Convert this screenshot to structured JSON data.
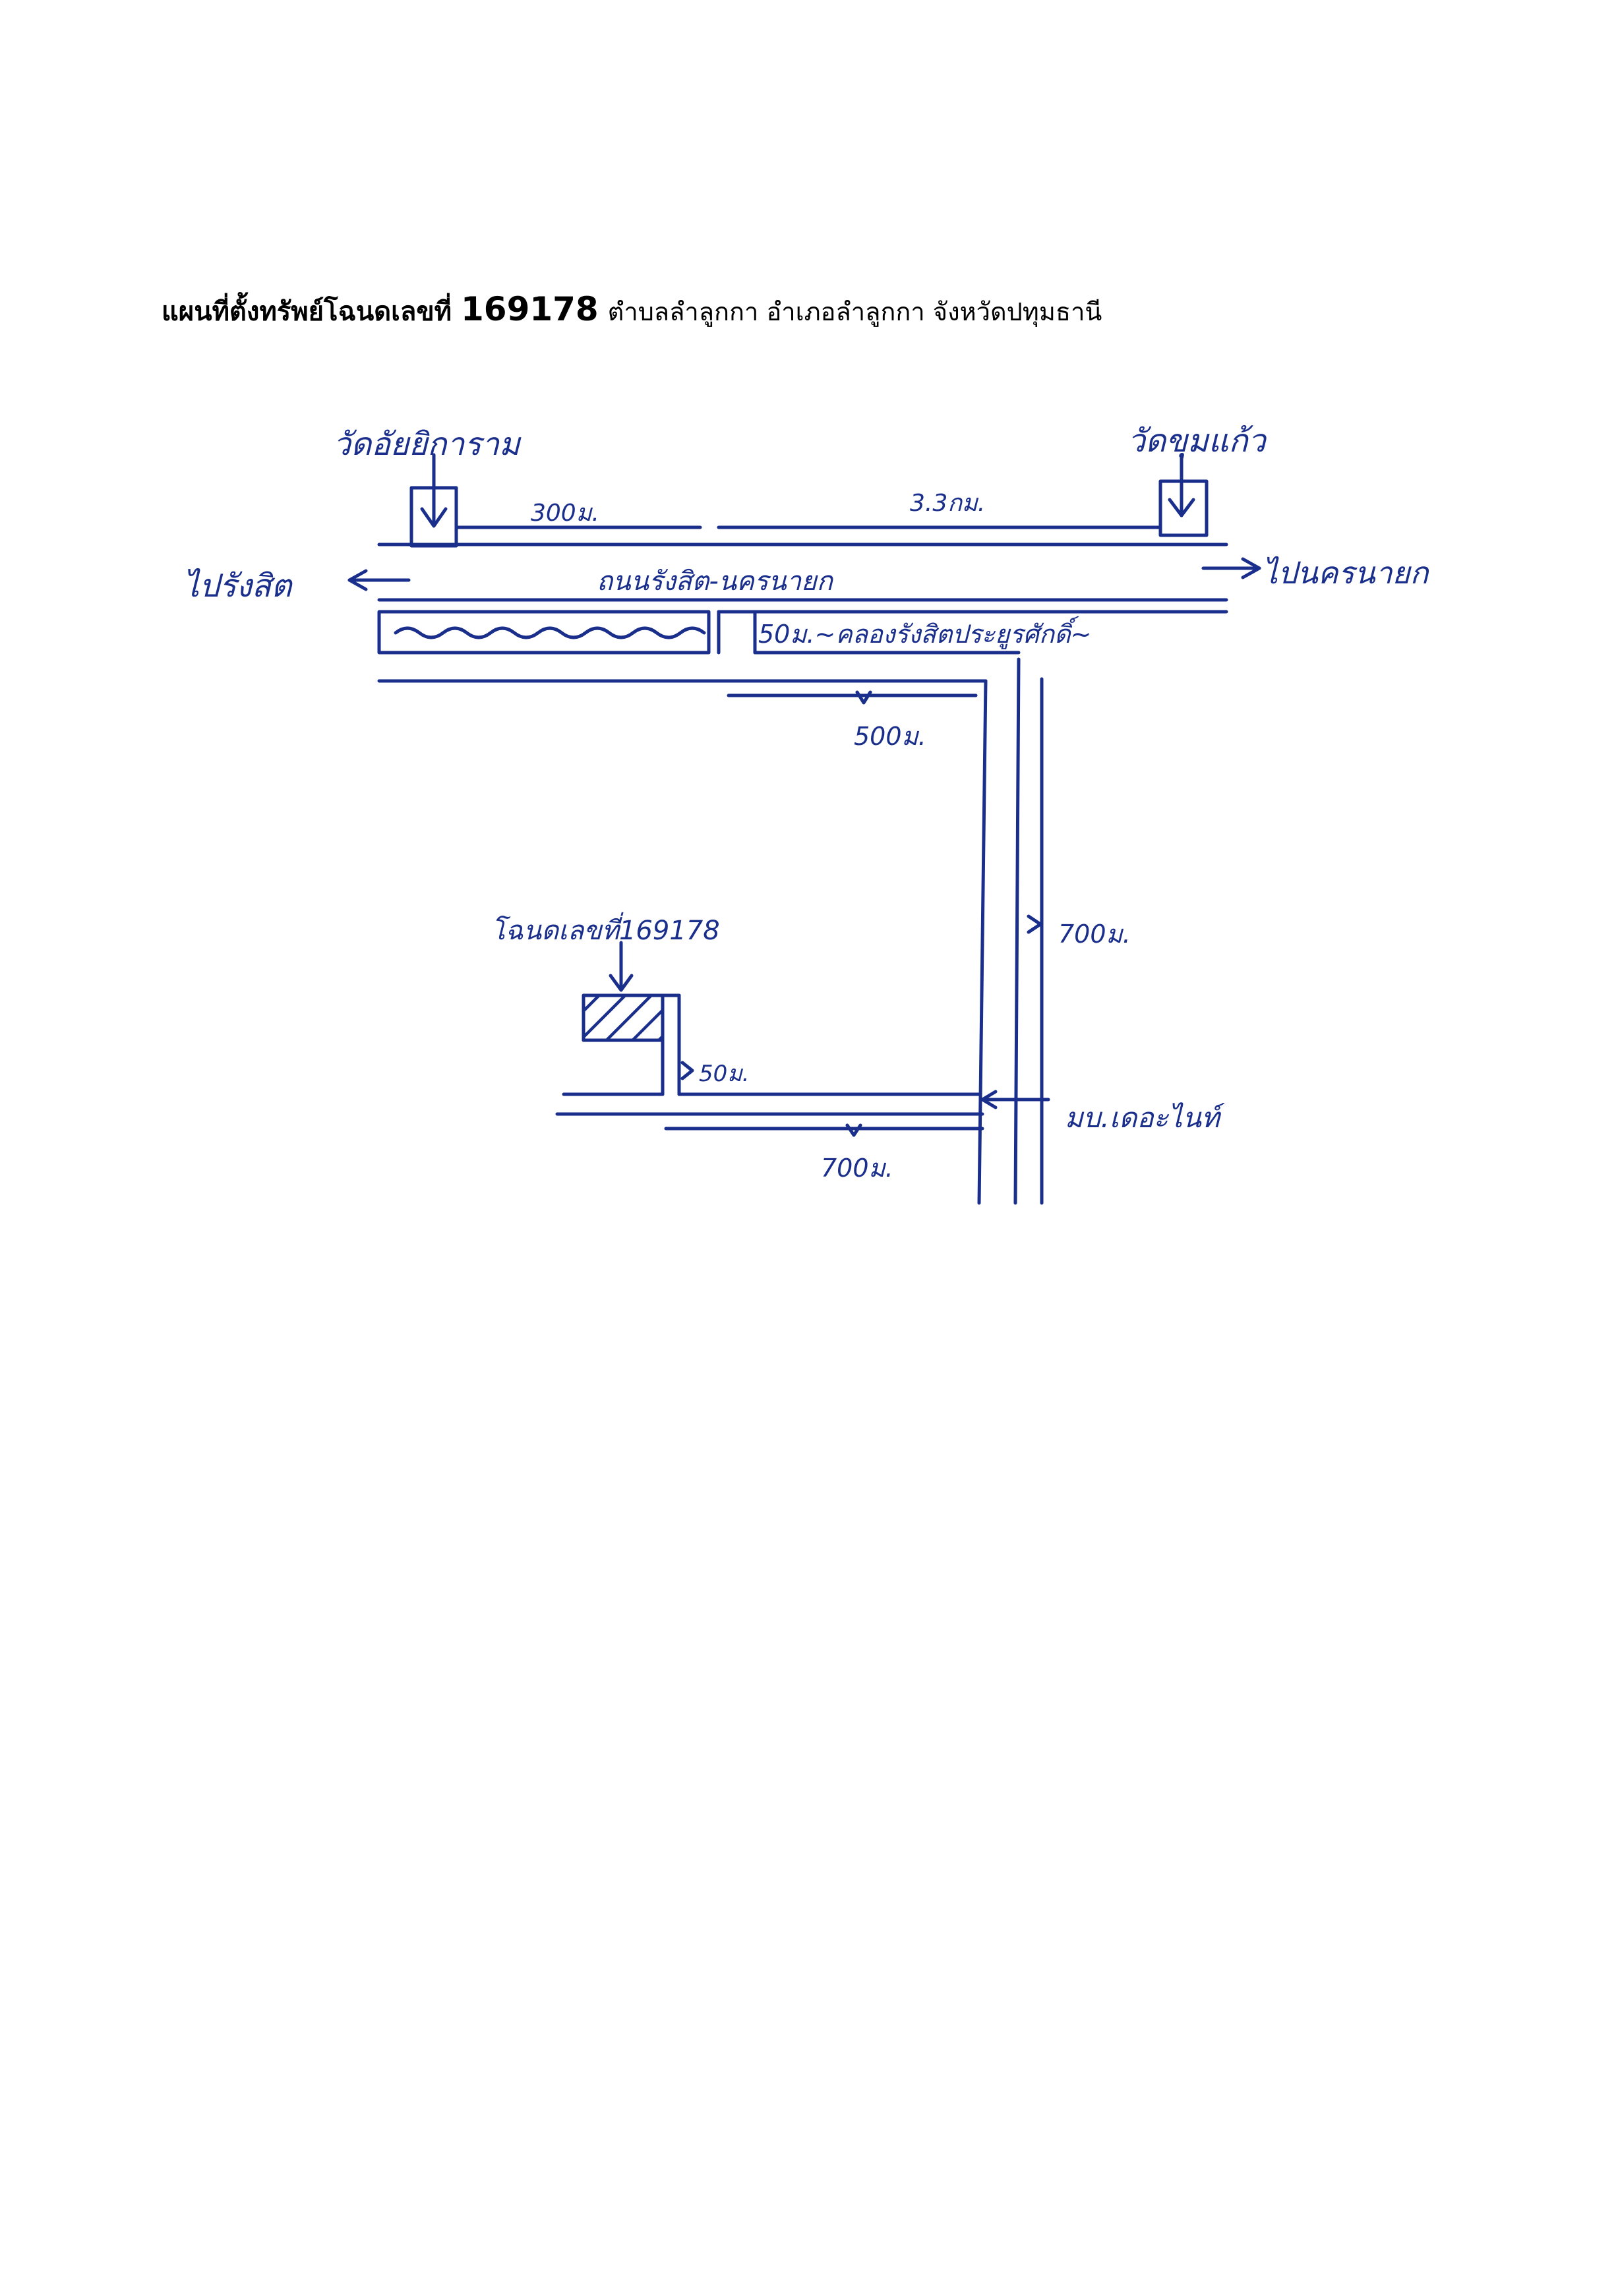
{
  "title": {
    "prefix": "แผนที่ตั้งทรัพย์โฉนดเลขที่",
    "deed_number": "169178",
    "location": "ตำบลลำลูกกา อำเภอลำลูกกา จังหวัดปทุมธานี"
  },
  "map": {
    "ink_color": "#1a2e8c",
    "labels": {
      "temple_left": "วัดอัยยิการาม",
      "temple_right": "วัดขุมแก้ว",
      "dist_300": "300ม.",
      "dist_33km": "3.3กม.",
      "to_left": "ไปรังสิต",
      "to_right": "ไปนครนายก",
      "main_road": "ถนนรังสิต-นครนายก",
      "canal": "50ม.~คลองรังสิตประยูรศักดิ์~",
      "dist_500": "500ม.",
      "dist_700_vertical": "700ม.",
      "deed_label": "โฉนดเลขที่169178",
      "dist_50": "50ม.",
      "village": "มบ.เดอะไนท์",
      "dist_700_bottom": "700ม."
    },
    "icons": {
      "temple": "temple-marker-icon",
      "target": "hatched-plot-icon",
      "arrow": "arrow-icon"
    }
  }
}
